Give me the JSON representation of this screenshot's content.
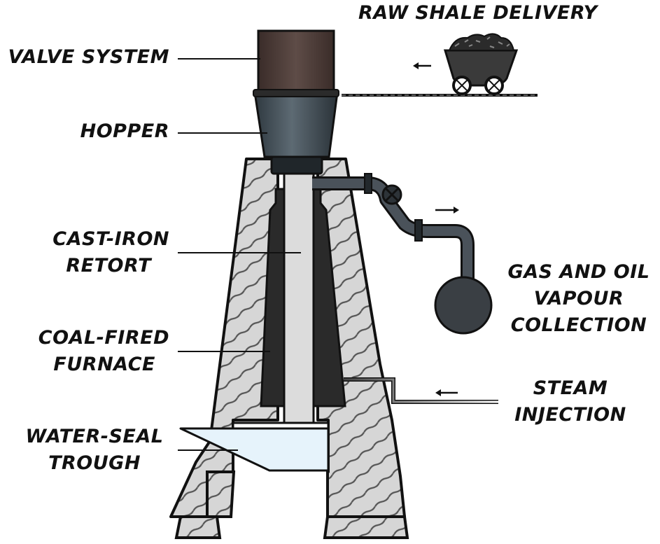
{
  "labels": {
    "valve_system": "VALVE SYSTEM",
    "hopper": "HOPPER",
    "cast_iron_retort_1": "CAST-IRON",
    "cast_iron_retort_2": "RETORT",
    "coal_fired_furnace_1": "COAL-FIRED",
    "coal_fired_furnace_2": "FURNACE",
    "water_seal_trough_1": "WATER-SEAL",
    "water_seal_trough_2": "TROUGH",
    "raw_shale_delivery": "RAW SHALE DELIVERY",
    "gas_oil_collection_1": "GAS AND OIL",
    "gas_oil_collection_2": "VAPOUR",
    "gas_oil_collection_3": "COLLECTION",
    "steam_injection_1": "STEAM",
    "steam_injection_2": "INJECTION"
  },
  "colors": {
    "brick_fill": "#d6d6d6",
    "hatch": "#555555",
    "furnace": "#2a2a2a",
    "retort": "#dcdcdc",
    "valve": "#4a3a36",
    "hopper": "#3f4a52",
    "pipe": "#3c4248",
    "water": "#e6f3fb",
    "outline": "#111111"
  },
  "icons": {
    "direction_arrows": "left-arrow, right-arrow, left-arrow",
    "mine_cart": "mine-cart-icon"
  }
}
